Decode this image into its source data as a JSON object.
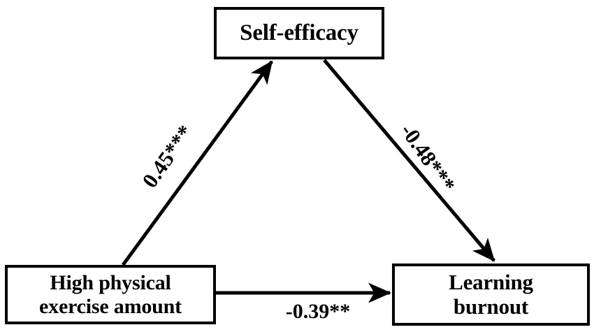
{
  "diagram": {
    "type": "mediation-path-diagram",
    "background_color": "#ffffff",
    "line_color": "#000000",
    "nodes": [
      {
        "id": "mediator",
        "label": "Self-efficacy",
        "role": "mediator"
      },
      {
        "id": "predictor",
        "label": "High physical\nexercise amount",
        "role": "independent-variable"
      },
      {
        "id": "outcome",
        "label": "Learning\nburnout",
        "role": "dependent-variable"
      }
    ],
    "edges": [
      {
        "id": "a-path",
        "from": "predictor",
        "to": "mediator",
        "coefficient": "0.45***",
        "value": 0.45,
        "significance": "***"
      },
      {
        "id": "b-path",
        "from": "mediator",
        "to": "outcome",
        "coefficient": "-0.48***",
        "value": -0.48,
        "significance": "***"
      },
      {
        "id": "c-path",
        "from": "predictor",
        "to": "outcome",
        "coefficient": "-0.39**",
        "value": -0.39,
        "significance": "**"
      }
    ]
  }
}
